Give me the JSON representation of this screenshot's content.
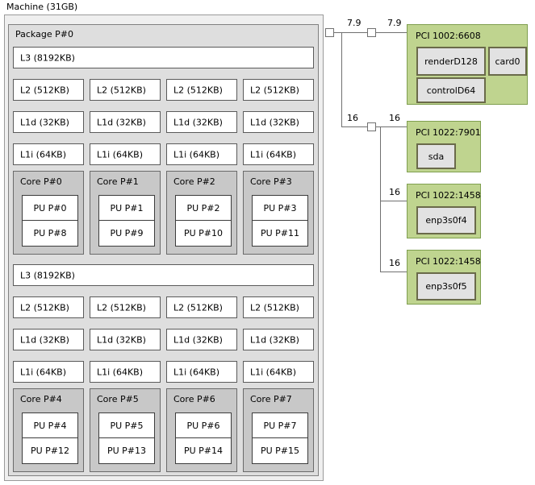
{
  "machine": {
    "label": "Machine (31GB)",
    "package": {
      "title": "Package P#0",
      "groups": [
        {
          "l3": "L3 (8192KB)",
          "l2": [
            "L2 (512KB)",
            "L2 (512KB)",
            "L2 (512KB)",
            "L2 (512KB)"
          ],
          "l1d": [
            "L1d (32KB)",
            "L1d (32KB)",
            "L1d (32KB)",
            "L1d (32KB)"
          ],
          "l1i": [
            "L1i (64KB)",
            "L1i (64KB)",
            "L1i (64KB)",
            "L1i (64KB)"
          ],
          "cores": [
            {
              "title": "Core P#0",
              "pus": [
                "PU P#0",
                "PU P#8"
              ]
            },
            {
              "title": "Core P#1",
              "pus": [
                "PU P#1",
                "PU P#9"
              ]
            },
            {
              "title": "Core P#2",
              "pus": [
                "PU P#2",
                "PU P#10"
              ]
            },
            {
              "title": "Core P#3",
              "pus": [
                "PU P#3",
                "PU P#11"
              ]
            }
          ]
        },
        {
          "l3": "L3 (8192KB)",
          "l2": [
            "L2 (512KB)",
            "L2 (512KB)",
            "L2 (512KB)",
            "L2 (512KB)"
          ],
          "l1d": [
            "L1d (32KB)",
            "L1d (32KB)",
            "L1d (32KB)",
            "L1d (32KB)"
          ],
          "l1i": [
            "L1i (64KB)",
            "L1i (64KB)",
            "L1i (64KB)",
            "L1i (64KB)"
          ],
          "cores": [
            {
              "title": "Core P#4",
              "pus": [
                "PU P#4",
                "PU P#12"
              ]
            },
            {
              "title": "Core P#5",
              "pus": [
                "PU P#5",
                "PU P#13"
              ]
            },
            {
              "title": "Core P#6",
              "pus": [
                "PU P#6",
                "PU P#14"
              ]
            },
            {
              "title": "Core P#7",
              "pus": [
                "PU P#7",
                "PU P#15"
              ]
            }
          ]
        }
      ]
    }
  },
  "io": {
    "bandwidth_labels": {
      "host_to_bridge": "7.9",
      "bridge_to_gpu": "7.9",
      "host_to_bridge2": "16",
      "bridge2_to_sata": "16",
      "bridge2_to_net1": "16",
      "bridge2_to_net2": "16"
    },
    "devices": [
      {
        "title": "PCI 1002:6608",
        "osdevs": [
          "renderD128",
          "card0",
          "controlD64"
        ]
      },
      {
        "title": "PCI 1022:7901",
        "osdevs": [
          "sda"
        ]
      },
      {
        "title": "PCI 1022:1458",
        "osdevs": [
          "enp3s0f4"
        ]
      },
      {
        "title": "PCI 1022:1458",
        "osdevs": [
          "enp3s0f5"
        ]
      }
    ]
  },
  "colors": {
    "machine_bg": "#efefef",
    "package_bg": "#dedede",
    "cache_bg": "#ffffff",
    "core_bg": "#c8c8c8",
    "pci_bg": "#bfd48f",
    "osdev_bg": "#e2e2e2",
    "line": "#707070"
  }
}
